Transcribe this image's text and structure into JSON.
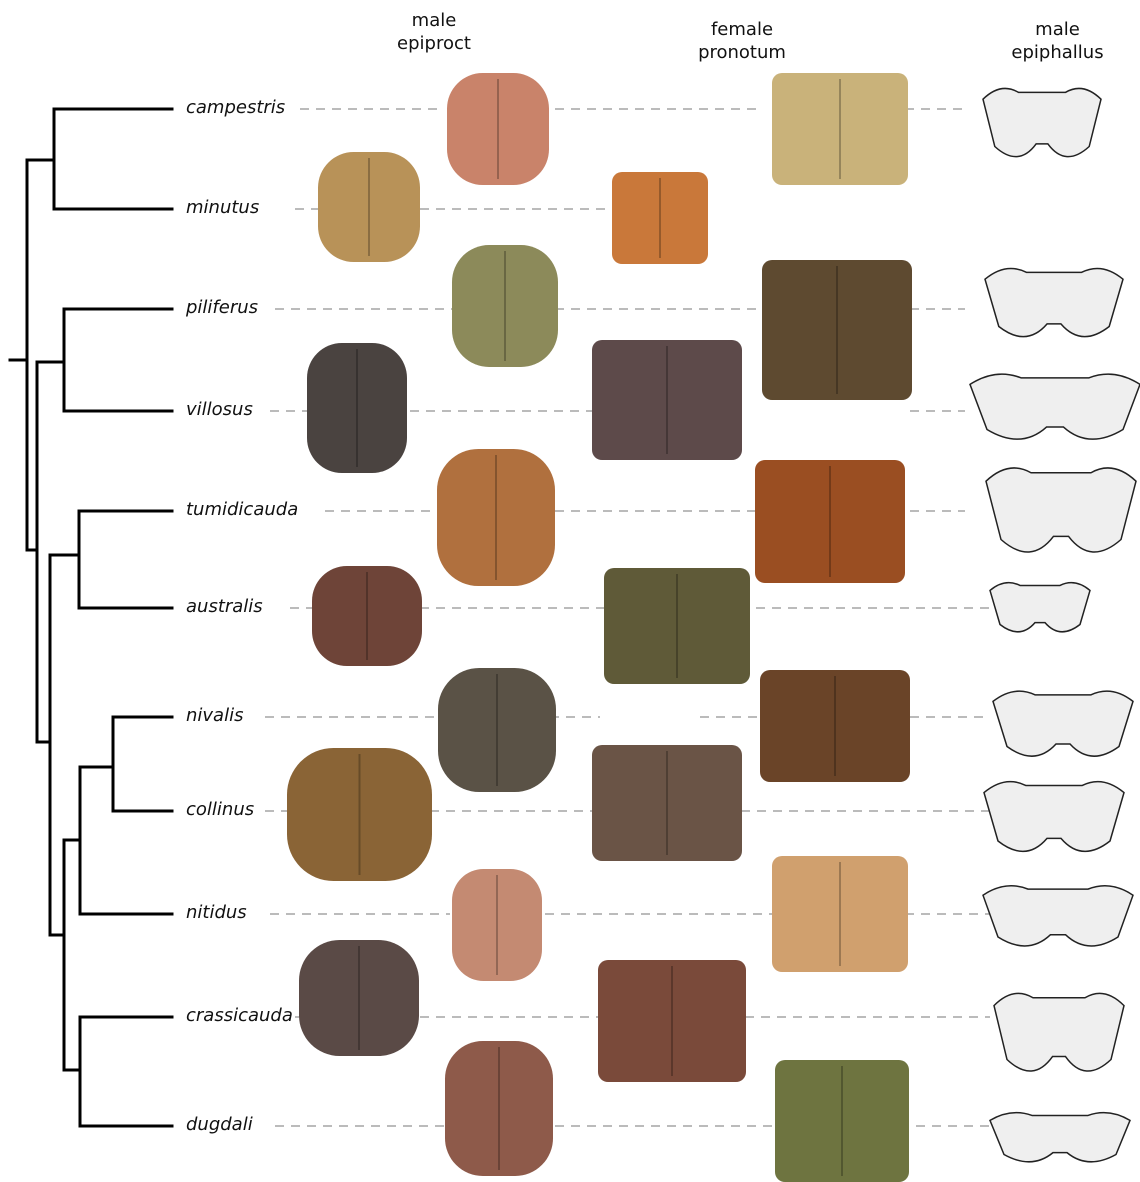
{
  "headers": {
    "epiproct": [
      "male",
      "epiproct"
    ],
    "pronotum": [
      "female",
      "pronotum"
    ],
    "epiphallus": [
      "male",
      "epiphallus"
    ]
  },
  "taxa": [
    "campestris",
    "minutus",
    "piliferus",
    "villosus",
    "tumidicauda",
    "australis",
    "nivalis",
    "collinus",
    "nitidus",
    "crassicauda",
    "dugdali"
  ],
  "specimen_colors": {
    "campestris": {
      "epiproct": "#c9836a",
      "pronotum": "#c9b27a"
    },
    "minutus": {
      "epiproct": "#b89258",
      "pronotum": "#c9783a"
    },
    "piliferus": {
      "epiproct": "#8c8a5a",
      "pronotum": "#5e4a30"
    },
    "villosus": {
      "epiproct": "#4a4340",
      "pronotum": "#5d4a4a"
    },
    "tumidicauda": {
      "epiproct": "#b0703e",
      "pronotum": "#9a4e22"
    },
    "australis": {
      "epiproct": "#6e4438",
      "pronotum": "#5f5a38"
    },
    "nivalis": {
      "epiproct": "#5a5246",
      "pronotum": "#6a4428"
    },
    "collinus": {
      "epiproct": "#8a6436",
      "pronotum": "#6a5446"
    },
    "nitidus": {
      "epiproct": "#c48a72",
      "pronotum": "#d0a06e"
    },
    "crassicauda": {
      "epiproct": "#5a4a46",
      "pronotum": "#7a4a3a"
    },
    "dugdali": {
      "epiproct": "#8e5a4a",
      "pronotum": "#6e7440"
    }
  }
}
